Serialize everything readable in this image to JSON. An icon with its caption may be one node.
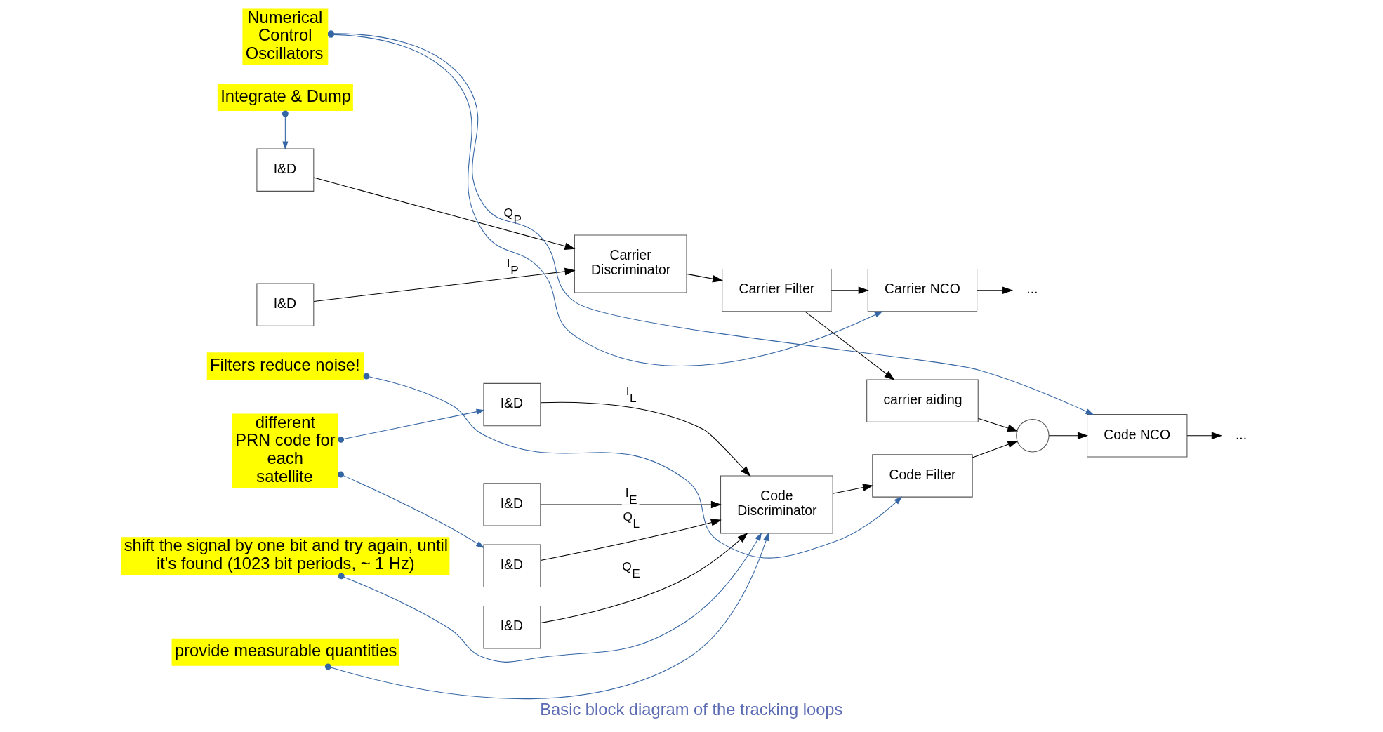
{
  "diagram": {
    "caption": "Basic block diagram of the tracking loops",
    "nodes": [
      {
        "text": [
          "I&D"
        ]
      },
      {
        "text": [
          "I&D"
        ]
      },
      {
        "text": [
          "I&D"
        ]
      },
      {
        "text": [
          "I&D"
        ]
      },
      {
        "text": [
          "Code Discriminator"
        ]
      },
      {
        "text": [
          "Code Filter"
        ]
      },
      {
        "text": [],
        "shape": "circle"
      },
      {
        "text": [
          "Code NCO"
        ]
      },
      {
        "text": [
          "..."
        ]
      },
      {
        "text": [
          "carrier aiding"
        ]
      },
      {
        "text": [
          "I&D"
        ]
      },
      {
        "text": [
          "I&D"
        ]
      },
      {
        "text": [
          "Carrier Discriminator"
        ]
      },
      {
        "text": [
          "Carrier Filter"
        ]
      },
      {
        "text": [
          "Carrier NCO"
        ]
      },
      {
        "text": [
          "..."
        ]
      },
      {
        "text": [
          "shift the signal by one bit and try again, until it's found (1023 bit periods, ~ 1 Hz)"
        ]
      },
      {
        "text": [
          "Filters reduce noise!"
        ]
      },
      {
        "text": [
          "different PRN code for each satellite"
        ]
      },
      {
        "text": [
          "provide measurable quantities"
        ]
      },
      {
        "text": [
          "Numerical Control Oscillators"
        ]
      },
      {
        "text": [
          "Integrate & Dump"
        ]
      }
    ],
    "edges": [
      {
        "from": 0,
        "to": 4,
        "arrow": "to",
        "label": "I$_{E}$"
      },
      {
        "from": 1,
        "to": 4,
        "arrow": "to",
        "label": "Q$_{E}$"
      },
      {
        "from": 2,
        "to": 4,
        "arrow": "to",
        "label": "I$_{L}$"
      },
      {
        "from": 3,
        "to": 4,
        "arrow": "to",
        "label": "Q$_{L}$"
      },
      {
        "from": 4,
        "to": 5,
        "arrow": "to"
      },
      {
        "from": 5,
        "to": 6,
        "arrow": "to"
      },
      {
        "from": 6,
        "to": 7,
        "arrow": "to"
      },
      {
        "from": 7,
        "to": 8,
        "arrow": "to"
      },
      {
        "from": 9,
        "to": 6,
        "arrow": "to"
      },
      {
        "from": 10,
        "to": 12,
        "arrow": "to",
        "label": "I$_{P}$"
      },
      {
        "from": 11,
        "to": 12,
        "arrow": "to",
        "label": "Q$_{P}$"
      },
      {
        "from": 12,
        "to": 13,
        "arrow": "to"
      },
      {
        "from": 13,
        "to": 9,
        "arrow": "to"
      },
      {
        "from": 13,
        "to": 14,
        "arrow": "to"
      },
      {
        "from": 14,
        "to": 15,
        "arrow": "to"
      },
      {
        "from": 16,
        "to": 4,
        "arrow": "to",
        "color": "#3465a4"
      },
      {
        "from": 17,
        "to": 5,
        "arrow": "to",
        "color": "#3465a4"
      },
      {
        "from": 18,
        "to": 2,
        "arrow": "to",
        "color": "#3465a4"
      },
      {
        "from": 18,
        "to": 3,
        "arrow": "to",
        "color": "#3465a4"
      },
      {
        "from": 19,
        "to": 4,
        "arrow": "to",
        "color": "#3465a4"
      },
      {
        "from": 20,
        "to": 7,
        "arrow": "to",
        "color": "#3465a4"
      },
      {
        "from": 20,
        "to": 14,
        "arrow": "to",
        "color": "#3465a4"
      },
      {
        "from": 21,
        "to": 11,
        "arrow": "to",
        "color": "#3465a4"
      }
    ]
  }
}
